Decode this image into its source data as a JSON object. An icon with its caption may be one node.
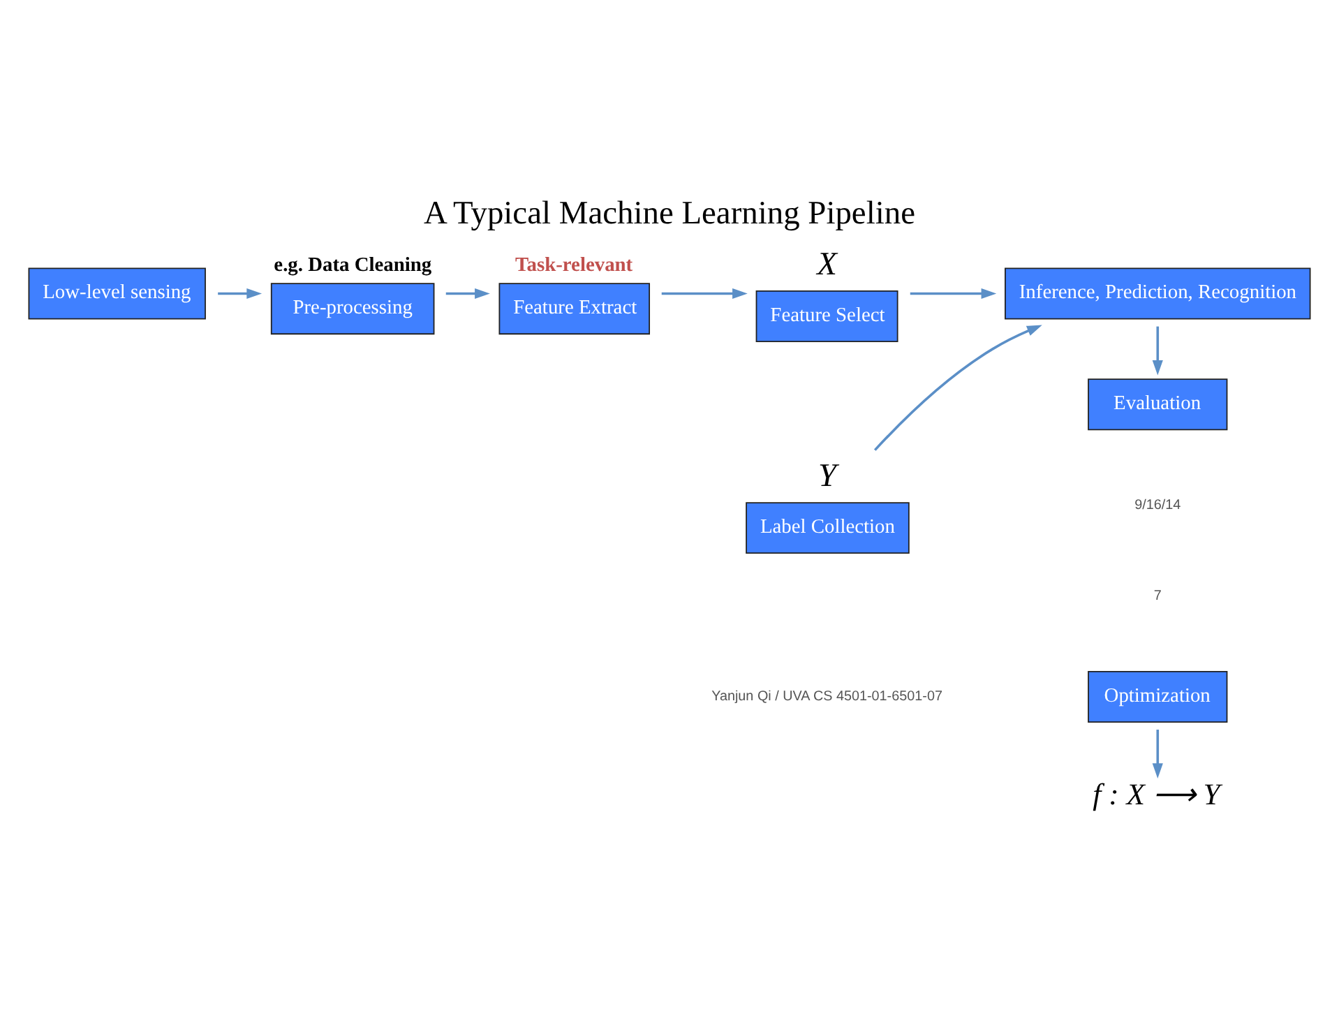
{
  "diagram": {
    "title": "A Typical Machine Learning Pipeline",
    "nodes": [
      {
        "text": [
          "Optimization"
        ]
      },
      {
        "text": [
          "Low-level sensing"
        ]
      },
      {
        "text": [
          "Pre-processing"
        ],
        "beside": [
          "e.g. Data Cleaning"
        ]
      },
      {
        "text": [
          "Feature Extract"
        ],
        "beside": [
          "Task-relevant"
        ]
      },
      {
        "text": [
          "Feature Select"
        ],
        "beside": [
          "X"
        ]
      },
      {
        "text": [
          "f : X ⟶ Y"
        ]
      },
      {
        "text": [
          "Inference, Prediction, Recognition"
        ]
      },
      {
        "text": [
          "Label Collection"
        ],
        "beside": [
          "Y"
        ]
      },
      {
        "text": [
          "Evaluation"
        ]
      }
    ],
    "edges": [
      {
        "from": 1,
        "to": 2,
        "arrow": "to"
      },
      {
        "from": 2,
        "to": 3,
        "arrow": "to"
      },
      {
        "from": 3,
        "to": 4,
        "arrow": "to"
      },
      {
        "from": 4,
        "to": 6,
        "arrow": "to"
      },
      {
        "from": 7,
        "to": 6,
        "arrow": "to"
      },
      {
        "from": 0,
        "to": 5,
        "arrow": "to"
      },
      {
        "from": 6,
        "to": 8,
        "arrow": "to"
      }
    ],
    "labels": [
      "Yanjun Qi / UVA CS 4501-01-6501-07",
      "9/16/14",
      "7"
    ]
  }
}
